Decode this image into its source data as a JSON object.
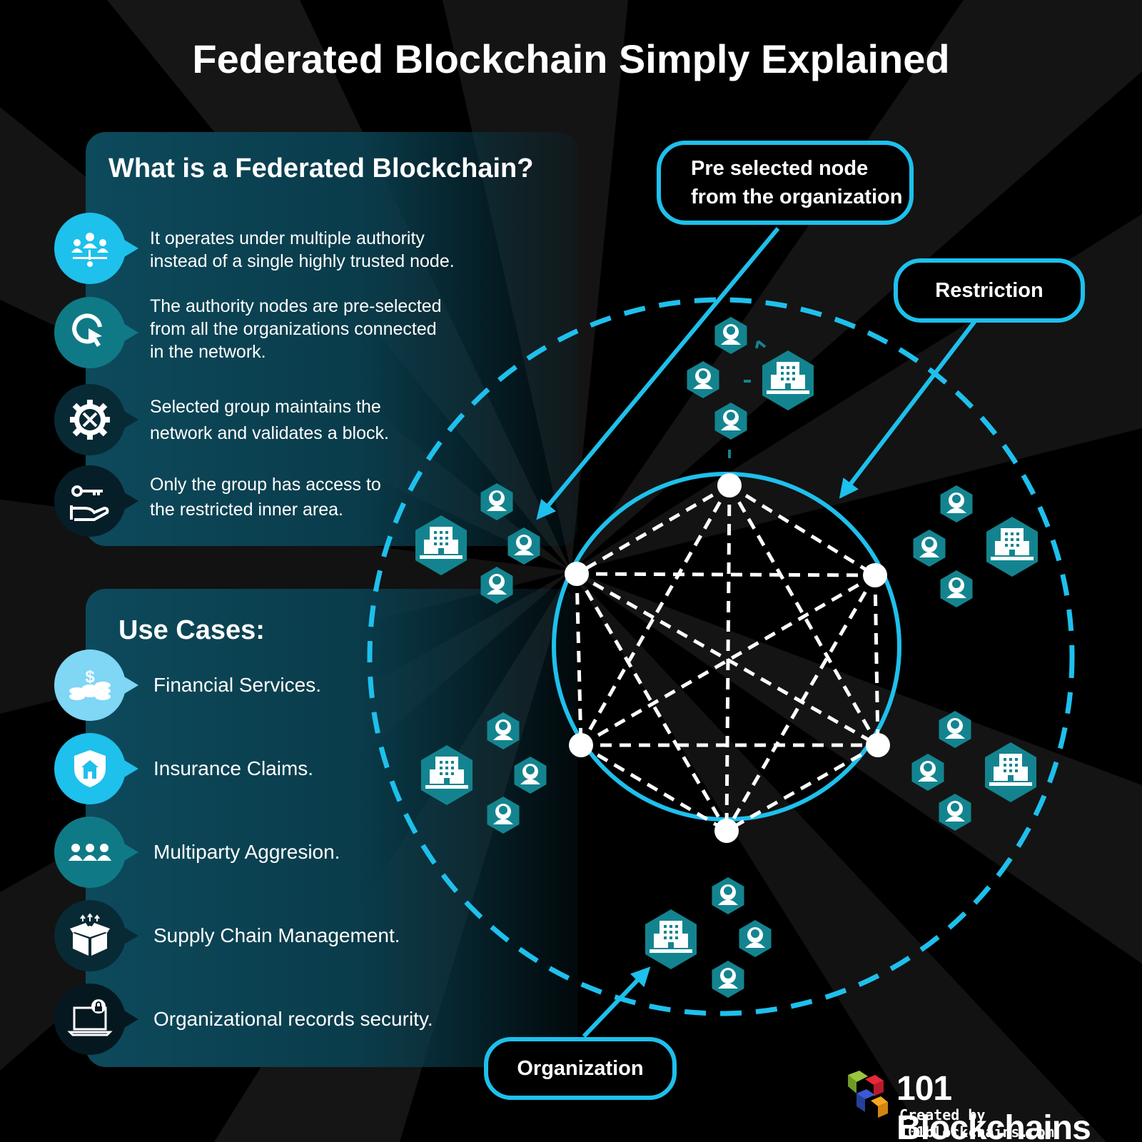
{
  "title": "Federated Blockchain Simply Explained",
  "what": {
    "heading": "What is a Federated Blockchain?",
    "items": [
      {
        "icon": "network-people-icon",
        "text": "It operates under multiple authority\ninstead of a single highly trusted node."
      },
      {
        "icon": "hand-click-icon",
        "text": "The authority nodes are pre-selected\nfrom all the organizations connected\nin the network."
      },
      {
        "icon": "gear-tools-icon",
        "text": "Selected group maintains the\nnetwork and validates a block."
      },
      {
        "icon": "key-hand-icon",
        "text": "Only the group has access to\nthe restricted inner area."
      }
    ]
  },
  "use_cases": {
    "heading": "Use Cases:",
    "items": [
      {
        "icon": "coins-dollar-icon",
        "text": "Financial Services."
      },
      {
        "icon": "shield-house-icon",
        "text": "Insurance Claims."
      },
      {
        "icon": "group-people-icon",
        "text": "Multiparty Aggresion."
      },
      {
        "icon": "open-box-icon",
        "text": "Supply Chain Management."
      },
      {
        "icon": "laptop-lock-icon",
        "text": "Organizational records security."
      }
    ]
  },
  "callouts": {
    "pre_selected": "Pre selected node\nfrom the organization",
    "restriction": "Restriction",
    "organization": "Organization"
  },
  "colors": {
    "accent": "#1ec0ec",
    "teal": "#13848f",
    "panel": "#0a3c4b",
    "icon_light_cyan": "#1ec0ec",
    "icon_teal": "#0f7a85",
    "icon_dark": "#082a35"
  },
  "logo": {
    "name": "101 Blockchains",
    "subtitle": "Created by 101blockchains.com"
  }
}
